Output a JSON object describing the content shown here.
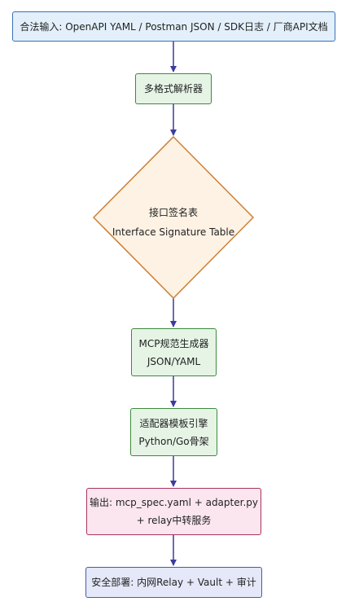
{
  "colors": {
    "edge": "#3b3b9e",
    "input_fill": "#e3f0fb",
    "input_border": "#3b6fb6",
    "process_fill": "#e6f4e6",
    "process_border": "#3d8a3d",
    "decision_fill": "#fdf2e4",
    "decision_border": "#c9823a",
    "output_fill": "#fbe6ef",
    "output_border": "#a8325e",
    "deploy_fill": "#e4e8f8",
    "deploy_border": "#4a5aa8"
  },
  "nodes": {
    "input": {
      "line1": "合法输入: OpenAPI YAML / Postman JSON / SDK日志 / 厂商API文档"
    },
    "parser": {
      "line1": "多格式解析器"
    },
    "signature": {
      "line1": "接口签名表",
      "line2": "Interface Signature Table"
    },
    "mcp_gen": {
      "line1": "MCP规范生成器",
      "line2": "JSON/YAML"
    },
    "adapter": {
      "line1": "适配器模板引擎",
      "line2": "Python/Go骨架"
    },
    "output": {
      "line1": "输出: mcp_spec.yaml + adapter.py",
      "line2": "+ relay中转服务"
    },
    "deploy": {
      "line1": "安全部署: 内网Relay + Vault + 审计"
    }
  }
}
